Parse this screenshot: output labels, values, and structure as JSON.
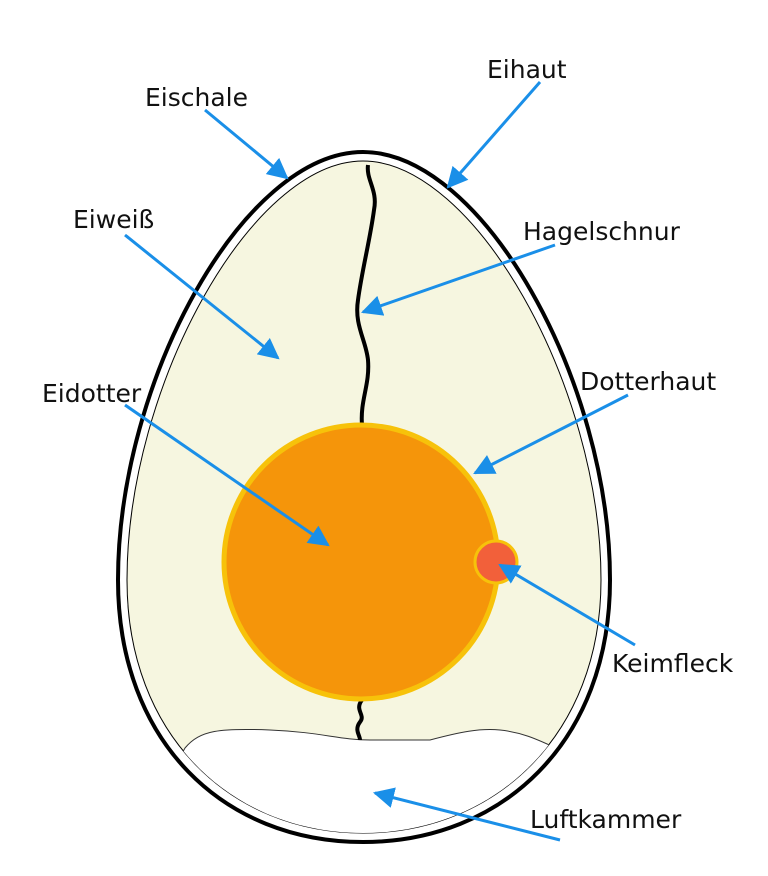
{
  "labels": {
    "eischale": "Eischale",
    "eihaut": "Eihaut",
    "eiweiss": "Eiweiß",
    "hagelschnur": "Hagelschnur",
    "dotterhaut": "Dotterhaut",
    "eidotter": "Eidotter",
    "keimfleck": "Keimfleck",
    "luftkammer": "Luftkammer"
  },
  "colors": {
    "arrow": "#1a8fe8",
    "albumen": "#f6f6e0",
    "yolk": "#f5950a",
    "yolk_membrane": "#f7c20a",
    "germinal_disc": "#f2603a"
  }
}
